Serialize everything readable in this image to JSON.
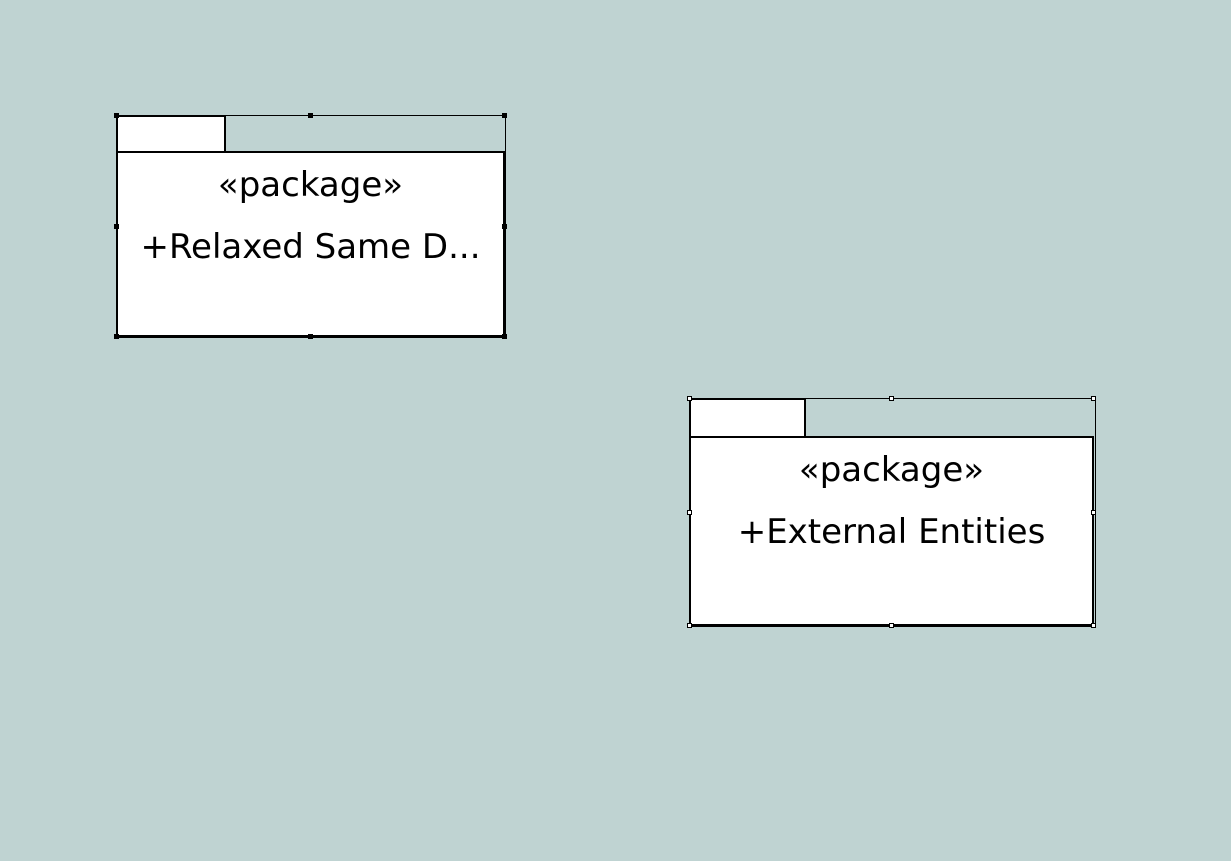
{
  "diagram": {
    "background_color": "#bfd3d2",
    "packages": [
      {
        "stereotype": "«package»",
        "name": "+Relaxed Same D...",
        "selected": true,
        "handle_style": "filled-black"
      },
      {
        "stereotype": "«package»",
        "name": "+External Entities",
        "selected": true,
        "handle_style": "hollow-white"
      }
    ]
  }
}
